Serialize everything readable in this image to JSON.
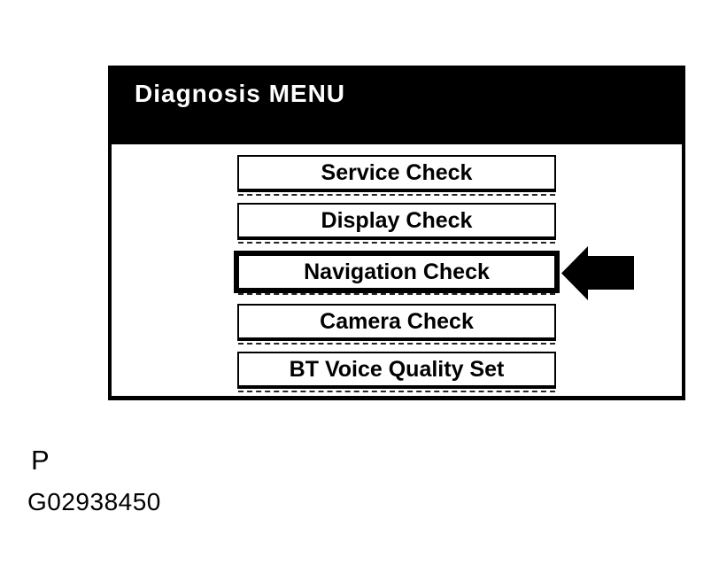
{
  "figure": {
    "screen": {
      "title": "Diagnosis MENU",
      "menu_buttons": [
        {
          "label": "Service Check",
          "selected": false
        },
        {
          "label": "Display Check",
          "selected": false
        },
        {
          "label": "Navigation Check",
          "selected": true
        },
        {
          "label": "Camera Check",
          "selected": false
        },
        {
          "label": "BT Voice Quality Set",
          "selected": false
        }
      ]
    },
    "annotation": {
      "icon": "left-arrow-icon",
      "points_to": "Navigation Check"
    },
    "footer": {
      "page_label": "P",
      "figure_code": "G02938450"
    },
    "colors": {
      "background": "#ffffff",
      "foreground": "#000000",
      "header_bg": "#000000",
      "header_text": "#ffffff"
    }
  }
}
